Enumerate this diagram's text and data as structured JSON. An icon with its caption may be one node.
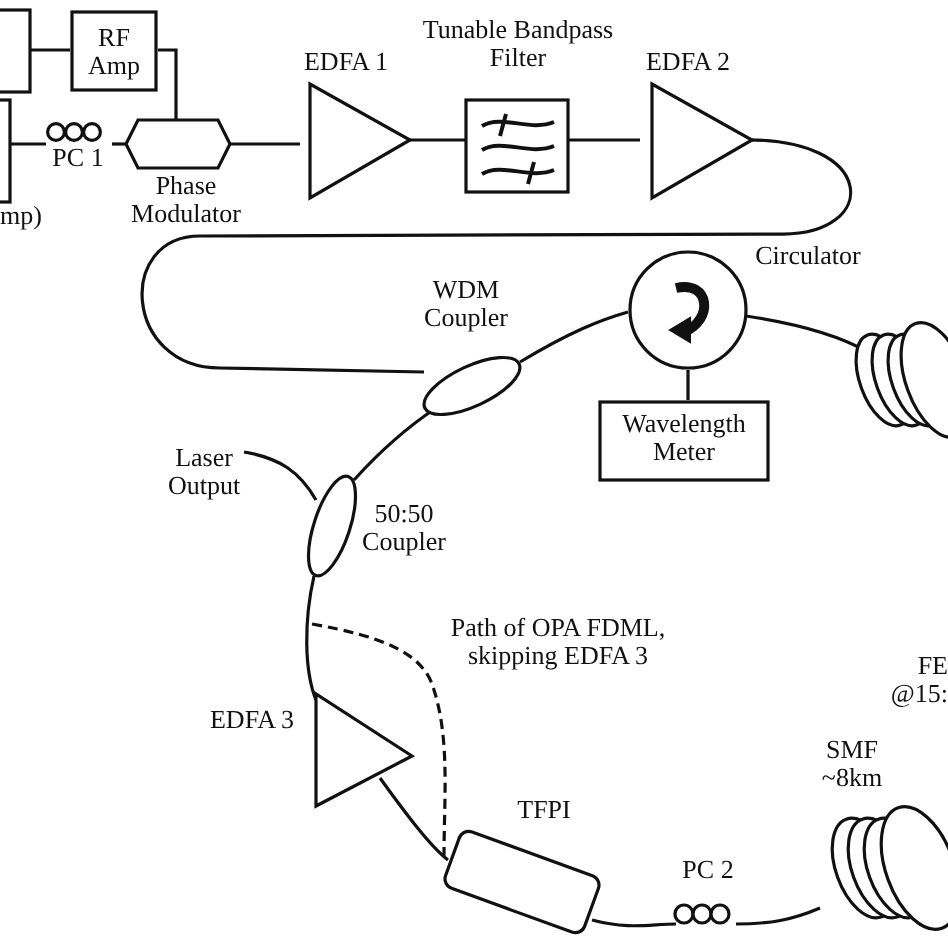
{
  "diagram": {
    "nodes": [
      {
        "text": [],
        "shape": "box"
      },
      {
        "text": [],
        "shape": "box"
      },
      {
        "text": [
          "RF Amp"
        ]
      },
      {
        "text": [
          "PC 1"
        ]
      },
      {
        "text": [
          "Phase Modulator"
        ]
      },
      {
        "text": [
          "EDFA 1"
        ]
      },
      {
        "text": [
          "Tunable Bandpass Filter"
        ]
      },
      {
        "text": [
          "EDFA 2"
        ]
      },
      {
        "text": [
          "WDM Coupler"
        ]
      },
      {
        "text": [
          "Circulator"
        ]
      },
      {
        "text": [
          "Wavelength Meter"
        ]
      },
      {
        "text": [
          "Laser Output"
        ]
      },
      {
        "text": [
          "50:50 Coupler"
        ]
      },
      {
        "text": [
          "EDFA 3"
        ]
      },
      {
        "text": [
          "TFPI"
        ]
      },
      {
        "text": [
          "PC 2"
        ]
      },
      {
        "text": [
          "SMF ~8km"
        ]
      },
      {
        "text": [],
        "shape": "cylinder"
      }
    ],
    "edges": [
      {
        "from": 0,
        "to": 2,
        "arrow": "none"
      },
      {
        "from": 2,
        "to": 4,
        "arrow": "none"
      },
      {
        "from": 1,
        "to": 3,
        "arrow": "none"
      },
      {
        "from": 3,
        "to": 4,
        "arrow": "none"
      },
      {
        "from": 4,
        "to": 5,
        "arrow": "none"
      },
      {
        "from": 5,
        "to": 6,
        "arrow": "none"
      },
      {
        "from": 6,
        "to": 7,
        "arrow": "none"
      },
      {
        "from": 7,
        "to": 8,
        "arrow": "none"
      },
      {
        "from": 8,
        "to": 9,
        "arrow": "none"
      },
      {
        "from": 9,
        "to": 10,
        "arrow": "none"
      },
      {
        "from": 9,
        "to": 17,
        "arrow": "none"
      },
      {
        "from": 8,
        "to": 12,
        "arrow": "none"
      },
      {
        "from": 12,
        "to": 11,
        "arrow": "none"
      },
      {
        "from": 12,
        "to": 13,
        "arrow": "none"
      },
      {
        "from": 13,
        "to": 14,
        "arrow": "none"
      },
      {
        "from": 14,
        "to": 15,
        "arrow": "none"
      },
      {
        "from": 15,
        "to": 16,
        "arrow": "none"
      },
      {
        "from": null,
        "to": 14,
        "arrow": "none",
        "style": "dashed",
        "label": "Path of OPA FDML, skipping EDFA 3"
      }
    ],
    "labels": [
      "mp)",
      "FE @15:"
    ]
  }
}
